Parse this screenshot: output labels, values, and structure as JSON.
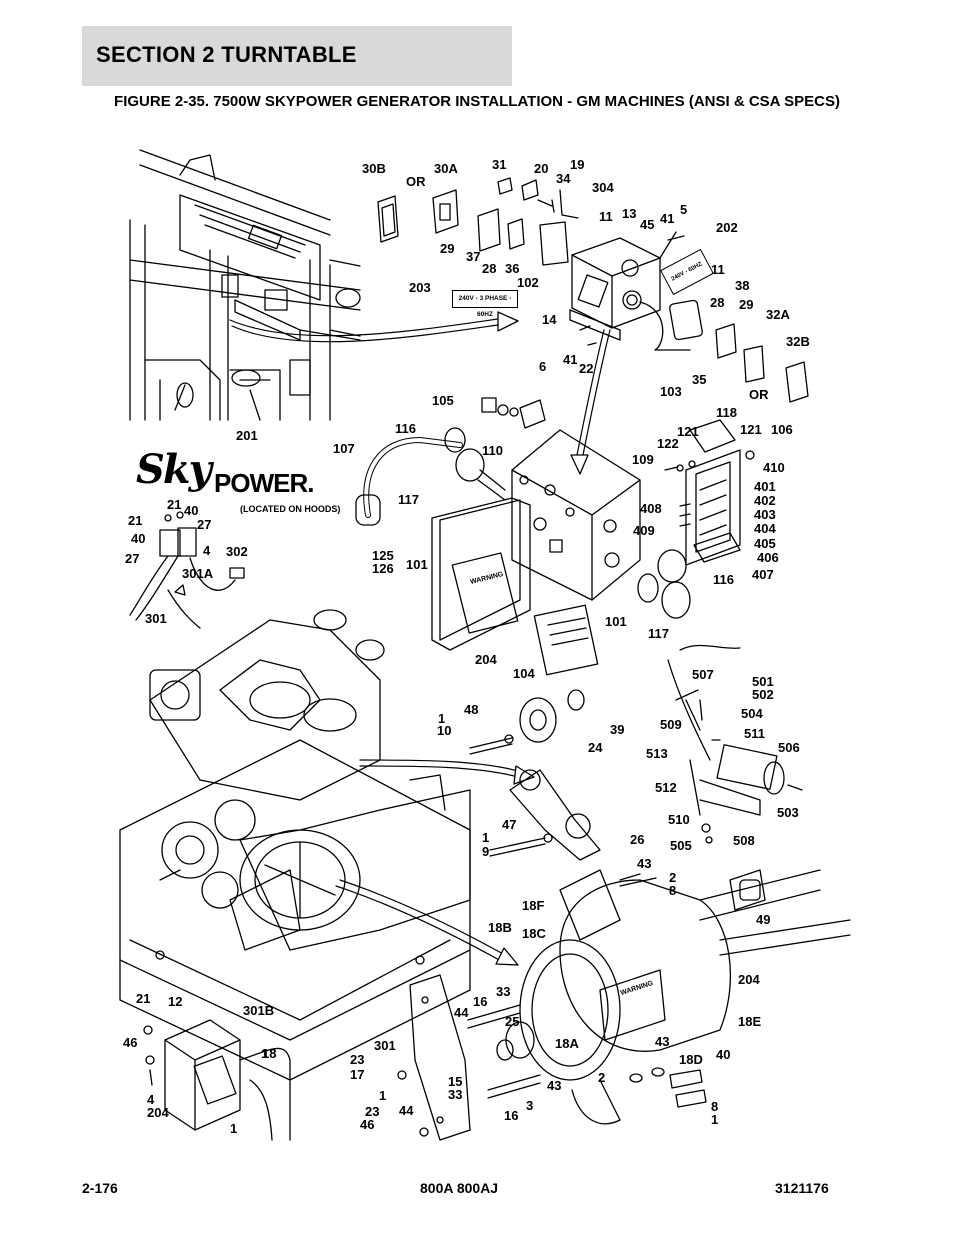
{
  "header": {
    "section": "SECTION 2   TURNTABLE"
  },
  "figure": {
    "title": "FIGURE 2-35. 7500W SKYPOWER GENERATOR INSTALLATION - GM MACHINES (ANSI & CSA SPECS)"
  },
  "logo": {
    "sky": "Sky",
    "power": "POWER.",
    "note": "(LOCATED ON HOODS)"
  },
  "labels": {
    "decal_203": "240V - 3 PHASE - 60HZ",
    "decal_202": "240V - 60HZ",
    "warning": "WARNING"
  },
  "callouts": [
    "30B",
    "OR",
    "30A",
    "31",
    "20",
    "19",
    "34",
    "304",
    "11",
    "13",
    "45",
    "41",
    "5",
    "202",
    "29",
    "37",
    "28",
    "36",
    "102",
    "203",
    "11",
    "38",
    "28",
    "29",
    "32A",
    "14",
    "6",
    "41",
    "22",
    "32B",
    "103",
    "35",
    "OR",
    "105",
    "118",
    "116",
    "121",
    "121",
    "106",
    "107",
    "110",
    "122",
    "109",
    "410",
    "201",
    "401",
    "402",
    "403",
    "404",
    "405",
    "406",
    "407",
    "117",
    "408",
    "409",
    "21",
    "40",
    "21",
    "27",
    "40",
    "27",
    "4",
    "302",
    "301A",
    "301",
    "125",
    "126",
    "101",
    "116",
    "101",
    "117",
    "204",
    "104",
    "507",
    "501",
    "502",
    "509",
    "504",
    "511",
    "513",
    "506",
    "48",
    "1",
    "10",
    "39",
    "24",
    "512",
    "503",
    "47",
    "1",
    "9",
    "26",
    "510",
    "505",
    "508",
    "43",
    "2",
    "8",
    "18F",
    "49",
    "18B",
    "18C",
    "204",
    "33",
    "16",
    "44",
    "25",
    "18E",
    "21",
    "12",
    "301B",
    "18A",
    "18",
    "43",
    "18D",
    "40",
    "46",
    "301",
    "1",
    "23",
    "17",
    "1",
    "15",
    "33",
    "43",
    "2",
    "8",
    "1",
    "4",
    "204",
    "1",
    "23",
    "46",
    "44",
    "16",
    "3"
  ],
  "footer": {
    "page": "2-176",
    "model": "800A 800AJ",
    "doc": "3121176"
  }
}
